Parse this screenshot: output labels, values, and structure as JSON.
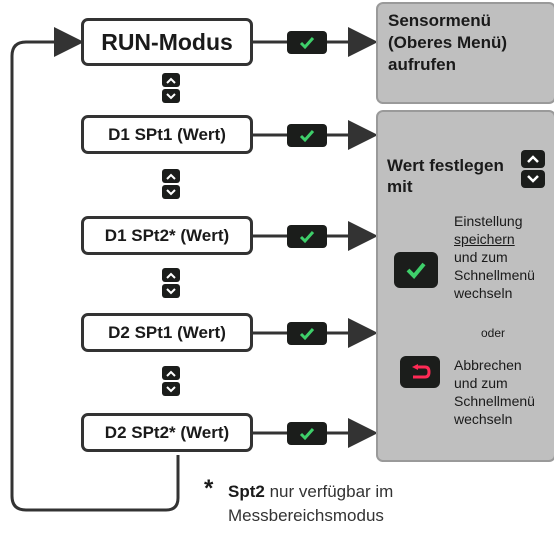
{
  "run_box": {
    "label": "RUN-Modus"
  },
  "params": [
    {
      "label": "D1 SPt1 (Wert)"
    },
    {
      "label": "D1 SPt2* (Wert)"
    },
    {
      "label": "D2 SPt1 (Wert)"
    },
    {
      "label": "D2 SPt2* (Wert)"
    }
  ],
  "sensor_panel": {
    "line1": "Sensormenü",
    "line2": "(Oberes Menü)",
    "line3": "aufrufen"
  },
  "value_panel": {
    "set_value_1": "Wert festlegen",
    "set_value_2": "mit",
    "save_line1": "Einstellung",
    "save_line2": "speichern",
    "save_line3": "und zum",
    "save_line4": "Schnellmenü",
    "save_line5": "wechseln",
    "or": "oder",
    "cancel_line1": "Abbrechen",
    "cancel_line2": "und zum",
    "cancel_line3": "Schnellmenü",
    "cancel_line4": "wechseln"
  },
  "footnote": {
    "star": "*",
    "bold": "Spt2",
    "rest": " nur verfügbar im",
    "line2": "Messbereichsmodus"
  },
  "colors": {
    "key": "#1b1d1b",
    "ok_check": "#3ecf6a",
    "back_arrow": "#ff2a55",
    "panel": "#bfbfbf"
  },
  "icons": [
    "check-icon",
    "up-arrow-icon",
    "down-arrow-icon",
    "back-arrow-icon"
  ]
}
